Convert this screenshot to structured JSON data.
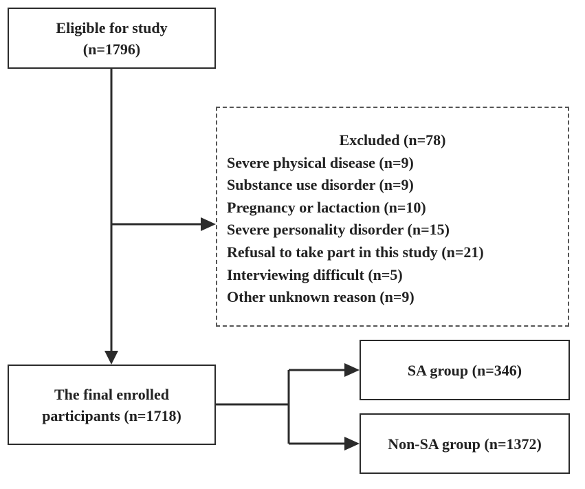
{
  "eligible": {
    "line1": "Eligible for study",
    "line2": "(n=1796)"
  },
  "excluded": {
    "title": "Excluded (n=78)",
    "reasons": [
      "Severe physical disease (n=9)",
      "Substance use disorder (n=9)",
      "Pregnancy or lactaction (n=10)",
      "Severe personality disorder (n=15)",
      "Refusal to take part in this study (n=21)",
      "Interviewing difficult (n=5)",
      "Other unknown reason (n=9)"
    ]
  },
  "final": {
    "line1": "The final enrolled",
    "line2": "participants (n=1718)"
  },
  "sa_group": {
    "label": "SA group (n=346)"
  },
  "non_sa_group": {
    "label": "Non-SA group (n=1372)"
  },
  "colors": {
    "line": "#2b2b2b",
    "dashed_border": "#555555",
    "text": "#222222"
  }
}
